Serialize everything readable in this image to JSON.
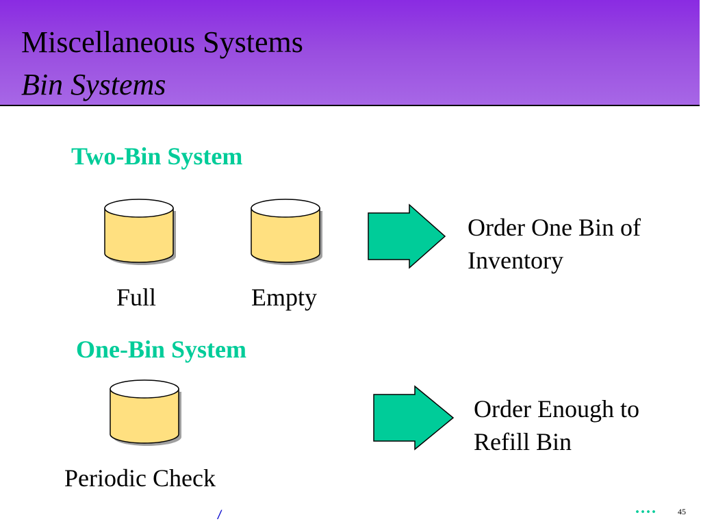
{
  "header": {
    "title": "Miscellaneous Systems",
    "subtitle": "Bin Systems"
  },
  "two_bin": {
    "label": "Two-Bin System",
    "bins": [
      {
        "caption": "Full"
      },
      {
        "caption": "Empty"
      }
    ],
    "result_line1": "Order One Bin of",
    "result_line2": "Inventory"
  },
  "one_bin": {
    "label": "One-Bin System",
    "caption": "Periodic Check",
    "result_line1": "Order Enough to",
    "result_line2": "Refill Bin"
  },
  "footer": {
    "mark": "/",
    "dots": "....",
    "page_number": "45"
  },
  "colors": {
    "header_gradient_top": "#8a2be2",
    "header_gradient_bottom": "#a767e6",
    "accent_green": "#00cc99",
    "bin_fill": "#ffe080",
    "bin_top": "#ffffff"
  }
}
